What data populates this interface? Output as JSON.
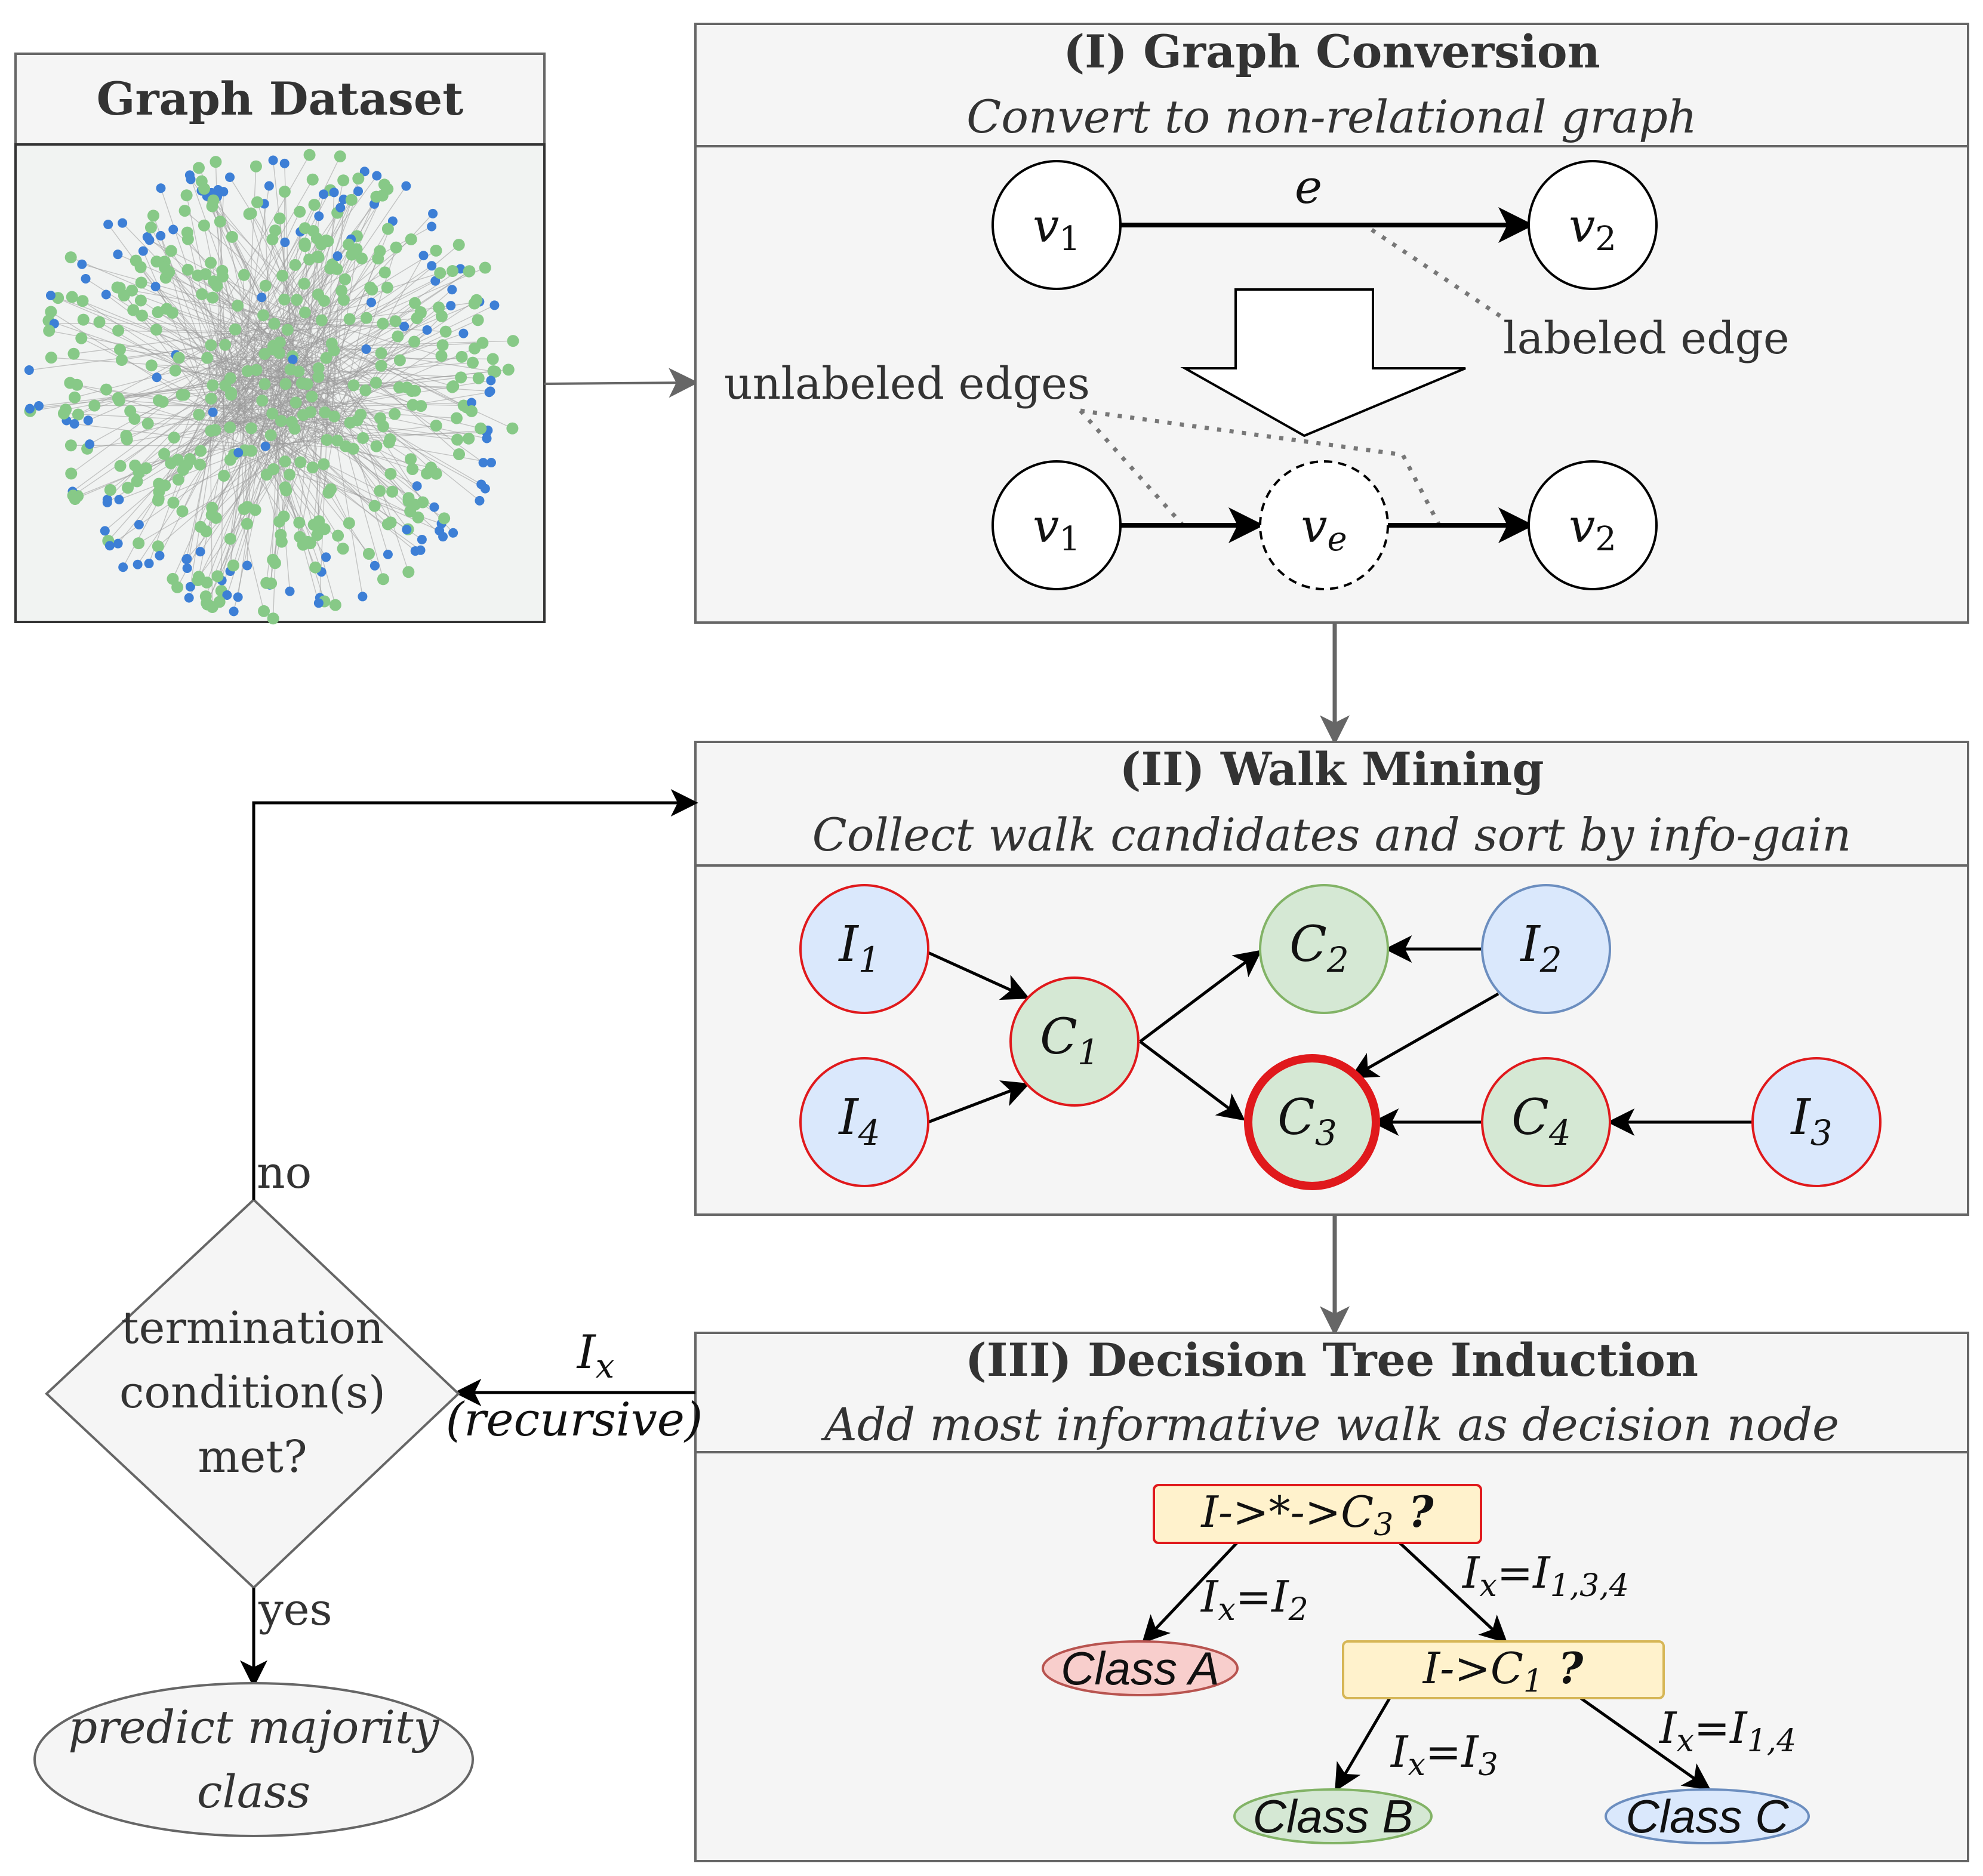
{
  "dataset_panel": {
    "title": "Graph Dataset"
  },
  "conversion_panel": {
    "title": "(I) Graph Conversion",
    "subtitle": "Convert to non-relational graph",
    "edge_label": "e",
    "labeled_edge_note": "labeled edge",
    "unlabeled_edges_note": "unlabeled edges",
    "node_v1": "v",
    "node_v1_sub": "1",
    "node_v2": "v",
    "node_v2_sub": "2",
    "node_ve": "v",
    "node_ve_sub": "e"
  },
  "walk_panel": {
    "title": "(II) Walk Mining",
    "subtitle": "Collect walk candidates and sort by info-gain",
    "nodes": [
      {
        "id": "I1",
        "base": "I",
        "sub": "1",
        "fill": "#dae8fc",
        "stroke": "#e0191c"
      },
      {
        "id": "I4",
        "base": "I",
        "sub": "4",
        "fill": "#dae8fc",
        "stroke": "#e0191c"
      },
      {
        "id": "C1",
        "base": "C",
        "sub": "1",
        "fill": "#d5e8d4",
        "stroke": "#e0191c"
      },
      {
        "id": "C2",
        "base": "C",
        "sub": "2",
        "fill": "#d5e8d4",
        "stroke": "#82b366"
      },
      {
        "id": "I2",
        "base": "I",
        "sub": "2",
        "fill": "#dae8fc",
        "stroke": "#6c8ebf"
      },
      {
        "id": "C3",
        "base": "C",
        "sub": "3",
        "fill": "#d5e8d4",
        "stroke": "#e0191c"
      },
      {
        "id": "C4",
        "base": "C",
        "sub": "4",
        "fill": "#d5e8d4",
        "stroke": "#e0191c"
      },
      {
        "id": "I3",
        "base": "I",
        "sub": "3",
        "fill": "#dae8fc",
        "stroke": "#e0191c"
      }
    ]
  },
  "tree_panel": {
    "title": "(III) Decision Tree Induction",
    "subtitle": "Add most informative walk as decision node",
    "root_q": {
      "pre": "I->*->C",
      "sub": "3",
      "post": " ?"
    },
    "child_q": {
      "pre": "I->C",
      "sub": "1",
      "post": " ?"
    },
    "edge_left": {
      "a": "I",
      "asub": "x",
      "b": "=I",
      "bsub": "2"
    },
    "edge_right": {
      "a": "I",
      "asub": "x",
      "b": "=I",
      "bsub": "1,3,4"
    },
    "edge_b": {
      "a": "I",
      "asub": "x",
      "b": "=I",
      "bsub": "3"
    },
    "edge_c": {
      "a": "I",
      "asub": "x",
      "b": "=I",
      "bsub": "1,4"
    },
    "class_a": "Class A",
    "class_b": "Class B",
    "class_c": "Class C"
  },
  "flow": {
    "decision_line1": "termination",
    "decision_line2": "condition(s)",
    "decision_line3": "met?",
    "no_label": "no",
    "yes_label": "yes",
    "recursive_var": "I",
    "recursive_var_sub": "x",
    "recursive_label": "(recursive)",
    "terminal_line1": "predict majority",
    "terminal_line2": "class"
  },
  "colors": {
    "panel_fill": "#f5f5f5",
    "panel_stroke": "#666666",
    "graph_green": "#87c987",
    "graph_blue": "#3d7fd6",
    "highlight_red": "#e0191c",
    "decision_fill": "#fff2cc"
  }
}
